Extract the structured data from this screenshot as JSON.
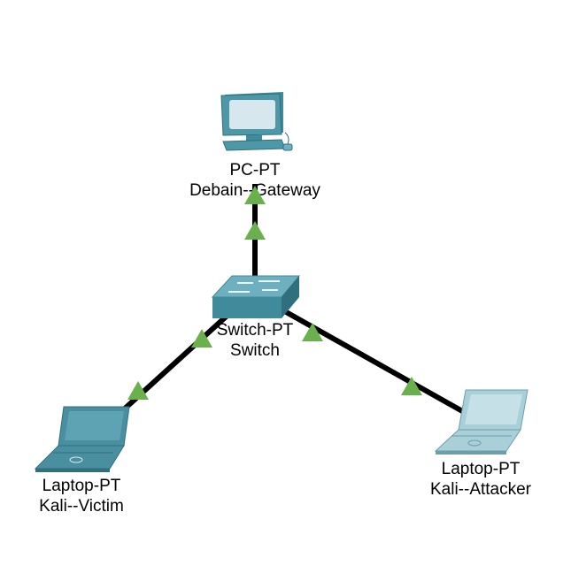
{
  "colors": {
    "background": "#ffffff",
    "link": "#000000",
    "link_status_up": "#6ab04c",
    "pc_body": "#4e97a6",
    "pc_screen": "#d6e8ee",
    "switch_top": "#6fb0c0",
    "switch_front": "#3f8a9b",
    "laptop_victim": "#4a8fa0",
    "laptop_attacker": "#a9cfd9"
  },
  "devices": {
    "gateway": {
      "type": "PC-PT",
      "name": "Debain--Gateway",
      "icon": "desktop-pc-icon"
    },
    "switch": {
      "type": "Switch-PT",
      "name": "Switch",
      "icon": "network-switch-icon"
    },
    "victim": {
      "type": "Laptop-PT",
      "name": "Kali--Victim",
      "icon": "laptop-icon"
    },
    "attacker": {
      "type": "Laptop-PT",
      "name": "Kali--Attacker",
      "icon": "laptop-icon"
    }
  },
  "links": [
    {
      "from": "switch",
      "to": "gateway",
      "status": "up"
    },
    {
      "from": "switch",
      "to": "victim",
      "status": "up"
    },
    {
      "from": "switch",
      "to": "attacker",
      "status": "up"
    }
  ]
}
